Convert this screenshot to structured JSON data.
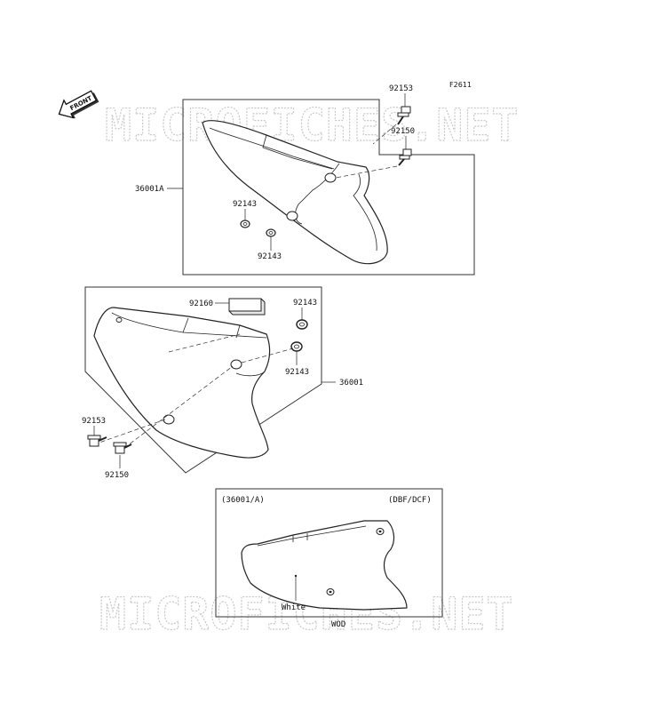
{
  "figure_code": "F2611",
  "watermark_text": "MICROFICHES.NET",
  "front_label": "FRONT",
  "parts": {
    "p92153_top": "92153",
    "p92150_top": "92150",
    "p36001A": "36001A",
    "p92143_a": "92143",
    "p92143_b": "92143",
    "p92160": "92160",
    "p92143_c": "92143",
    "p92143_d": "92143",
    "p36001": "36001",
    "p92153_bottom": "92153",
    "p92150_bottom": "92150"
  },
  "variant_box": {
    "left_label": "(36001/A)",
    "right_label": "(DBF/DCF)",
    "color_label": "White",
    "bottom_label": "WOD"
  }
}
